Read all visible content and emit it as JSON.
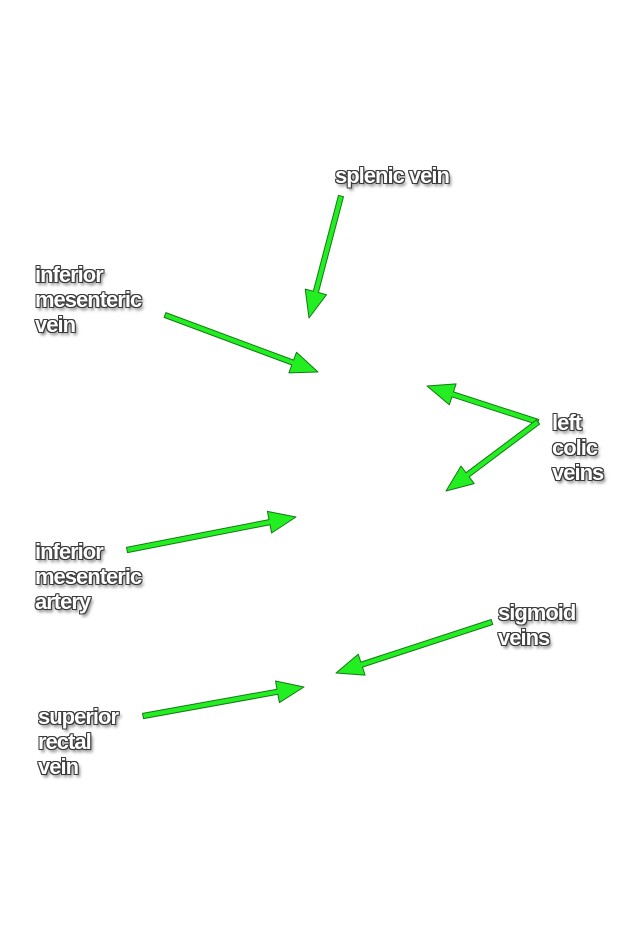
{
  "labels": {
    "splenic_vein": [
      "splenic vein"
    ],
    "inferior_mesenteric_vein": [
      "inferior",
      "mesenteric",
      "vein"
    ],
    "left_colic_veins": [
      "left",
      "colic",
      "veins"
    ],
    "inferior_mesenteric_artery": [
      "inferior",
      "mesenteric",
      "artery"
    ],
    "sigmoid_veins": [
      "sigmoid",
      "veins"
    ],
    "superior_rectal_vein": [
      "superior",
      "rectal",
      "vein"
    ]
  },
  "colors": {
    "arrow_fill": "#22ee22",
    "arrow_outline": "#157a15",
    "label_text": "#ffffff",
    "label_outline": "#3a3a3a",
    "background": "#ffffff"
  }
}
